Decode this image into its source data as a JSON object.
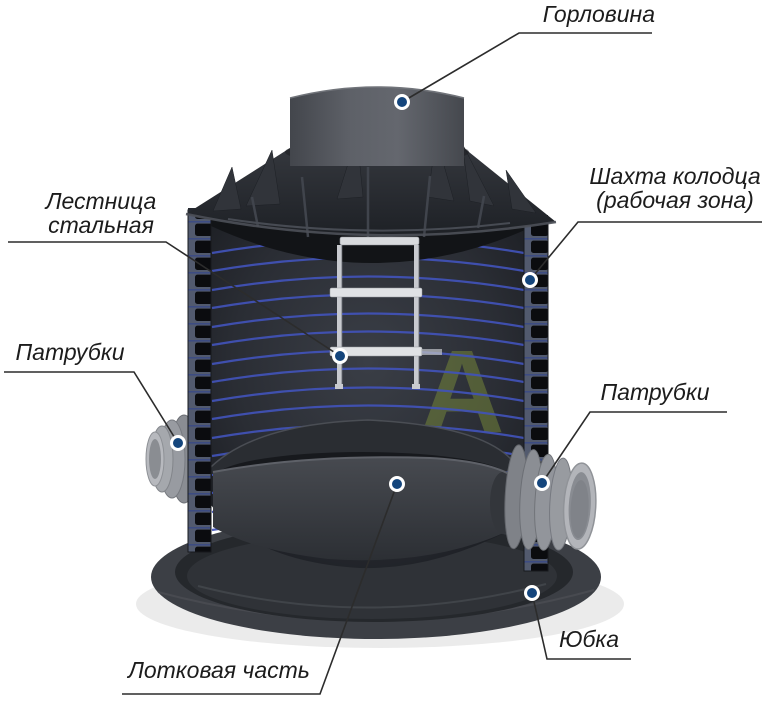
{
  "figure": {
    "type": "product-cutaway-diagram",
    "subject": "plastic well (колодец) cutaway",
    "watermark": {
      "letter": "A"
    },
    "labels": {
      "gorlovina": {
        "text": "Горловина"
      },
      "shakhta": {
        "line1": "Шахта колодца",
        "line2": "(рабочая зона)"
      },
      "lestnitsa": {
        "line1": "Лестница",
        "line2": "стальная"
      },
      "patrubki_left": {
        "text": "Патрубки"
      },
      "patrubki_right": {
        "text": "Патрубки"
      },
      "lotkovaya": {
        "text": "Лотковая часть"
      },
      "yubka": {
        "text": "Юбка"
      }
    },
    "colors": {
      "background": "#ffffff",
      "label_text": "#1c1c1c",
      "leader_line": "#2c2c2c",
      "marker_fill": "#14457c",
      "marker_ring": "#ffffff",
      "stripe_blue": "#4153b8",
      "watermark_green": "#7a8c3a",
      "body_dark": "#2e3136",
      "neck_gray": "#5e6168",
      "pipe_gray": "#9b9ea3",
      "skirt_gray": "#3c3f45"
    }
  }
}
